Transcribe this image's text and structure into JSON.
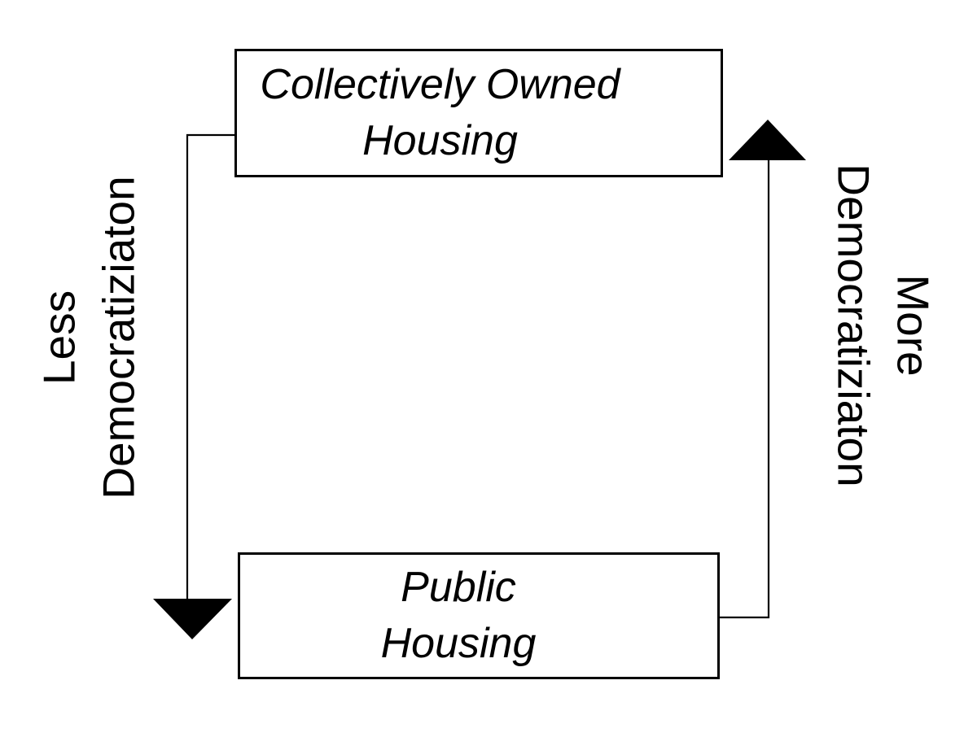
{
  "diagram": {
    "colors": {
      "ink": "#000000",
      "paper": "#ffffff"
    },
    "nodes": [
      {
        "id": "collectively-owned-housing",
        "line1": "Collectively Owned",
        "line2": "Housing"
      },
      {
        "id": "public-housing",
        "line1": "Public",
        "line2": "Housing"
      }
    ],
    "axis_labels": [
      {
        "id": "less-democratization",
        "side": "left",
        "line1": "Less",
        "line2": "Democratiziaton"
      },
      {
        "id": "more-democratization",
        "side": "right",
        "line1": "More",
        "line2": "Democratiziaton"
      }
    ],
    "arrows": [
      {
        "id": "left-arrow",
        "direction": "down",
        "from": "collectively-owned-housing",
        "to": "less"
      },
      {
        "id": "right-arrow",
        "direction": "up",
        "from": "public-housing",
        "to": "more"
      }
    ]
  }
}
